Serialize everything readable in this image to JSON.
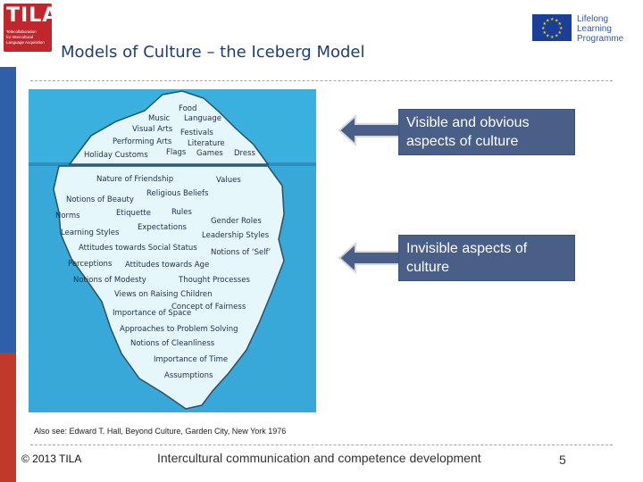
{
  "logo": {
    "brand": "TILA",
    "tagline": [
      "Telecollaboration",
      "for Intercultural",
      "Language Acquisition"
    ]
  },
  "eu_logo": {
    "lines": [
      "Lifelong",
      "Learning",
      "Programme"
    ],
    "flag_color": "#1a3f98",
    "star_color": "#f5d000"
  },
  "slide": {
    "title": "Models of Culture – the Iceberg Model"
  },
  "iceberg": {
    "water_color": "#38a8d8",
    "ice_color": "#e6f7fb",
    "visible": [
      "Food",
      "Music",
      "Language",
      "Visual Arts",
      "Festivals",
      "Performing Arts",
      "Literature",
      "Holiday Customs",
      "Flags",
      "Games",
      "Dress"
    ],
    "invisible": [
      "Nature of Friendship",
      "Values",
      "Notions of Beauty",
      "Religious Beliefs",
      "Norms",
      "Etiquette",
      "Rules",
      "Gender Roles",
      "Expectations",
      "Learning Styles",
      "Leadership Styles",
      "Attitudes towards Social Status",
      "Notions of ‘Self’",
      "Perceptions",
      "Attitudes towards Age",
      "Notions of Modesty",
      "Thought Processes",
      "Views on Raising Children",
      "Concept of Fairness",
      "Importance of Space",
      "Approaches to Problem Solving",
      "Notions of Cleanliness",
      "Importance of Time",
      "Assumptions"
    ]
  },
  "callouts": {
    "visible": "Visible and obvious aspects of culture",
    "invisible": "Invisible aspects of culture"
  },
  "footer": {
    "reference": "Also see: Edward T. Hall, Beyond Culture, Garden City, New York 1976",
    "copyright": "©  2013 TILA",
    "course_title": "Intercultural communication and competence development",
    "page_number": "5"
  }
}
